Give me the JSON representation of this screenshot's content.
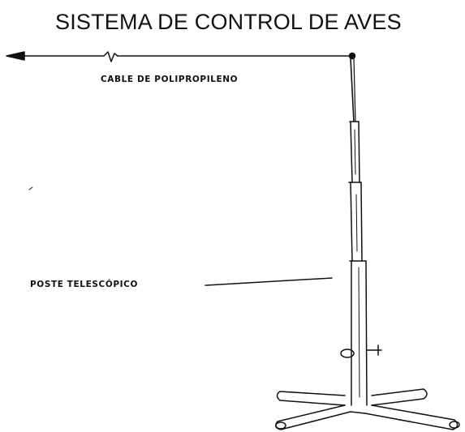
{
  "title": "SISTEMA DE CONTROL DE AVES",
  "labels": {
    "cable": "CABLE DE POLIPROPILENO",
    "pole": "POSTE TELESCÓPICO"
  },
  "colors": {
    "line": "#111111",
    "background": "#ffffff"
  }
}
